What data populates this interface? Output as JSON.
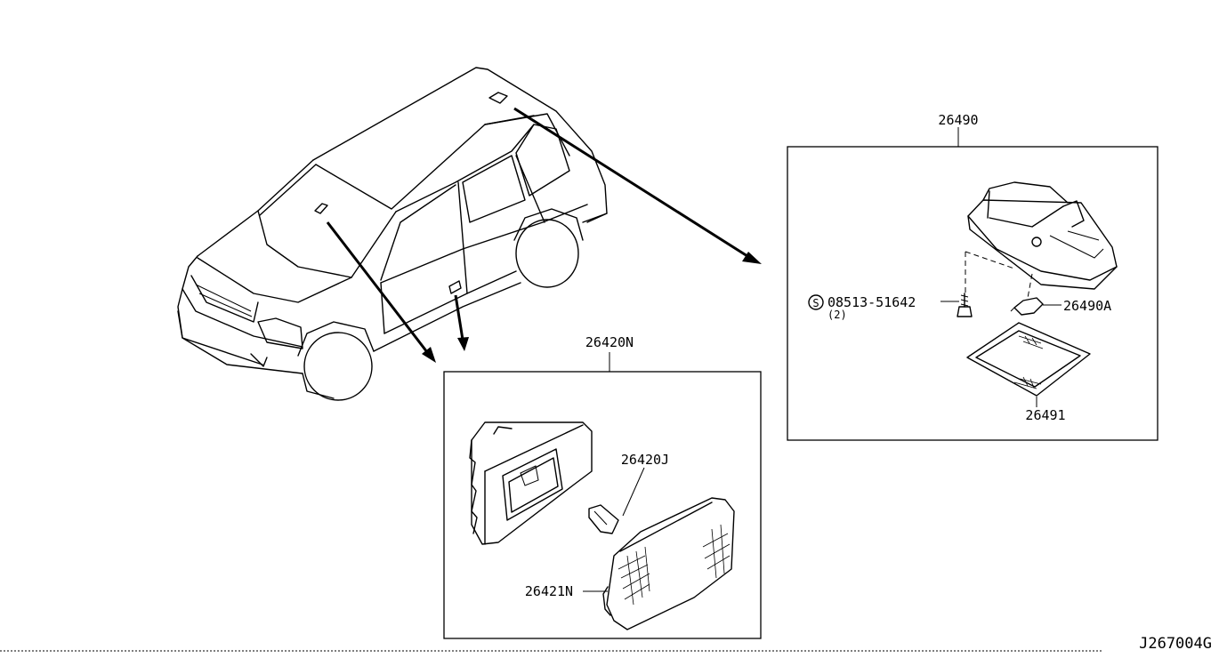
{
  "callouts": {
    "room_lamp_assembly": "26490",
    "screw_part_number": "08513-51642",
    "screw_symbol": "S",
    "screw_quantity": "(2)",
    "room_lamp_bulb": "26490A",
    "room_lamp_lens": "26491",
    "step_lamp_assembly": "26420N",
    "step_lamp_bulb": "26420J",
    "step_lamp_lens": "26421N"
  },
  "diagram_code": "J267004G",
  "icons": {
    "vehicle": "suv-outline-icon",
    "screw": "screw-icon",
    "bulb": "wedge-bulb-icon"
  },
  "colors": {
    "ink": "#000000",
    "background": "#ffffff"
  }
}
